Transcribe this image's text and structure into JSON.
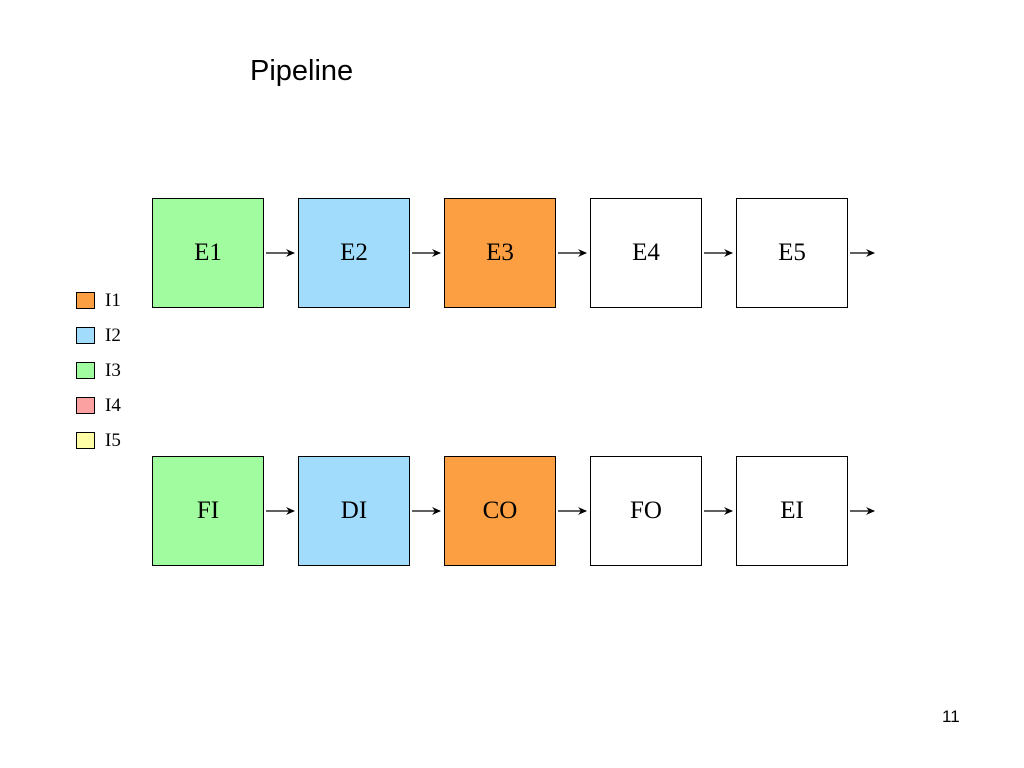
{
  "slide": {
    "title": "Pipeline",
    "page_number": "11"
  },
  "colors": {
    "I1": "#fc9f42",
    "I2": "#a1dcfd",
    "I3": "#a0fc9e",
    "I4": "#fba1a1",
    "I5": "#fffea6",
    "empty": "#ffffff"
  },
  "legend": [
    {
      "label": "I1",
      "color": "#fc9f42"
    },
    {
      "label": "I2",
      "color": "#a1dcfd"
    },
    {
      "label": "I3",
      "color": "#a0fc9e"
    },
    {
      "label": "I4",
      "color": "#fba1a1"
    },
    {
      "label": "I5",
      "color": "#fffea6"
    }
  ],
  "rows": {
    "top": [
      {
        "label": "E1",
        "fill": "I3"
      },
      {
        "label": "E2",
        "fill": "I2"
      },
      {
        "label": "E3",
        "fill": "I1"
      },
      {
        "label": "E4",
        "fill": "empty"
      },
      {
        "label": "E5",
        "fill": "empty"
      }
    ],
    "bottom": [
      {
        "label": "FI",
        "fill": "I3"
      },
      {
        "label": "DI",
        "fill": "I2"
      },
      {
        "label": "CO",
        "fill": "I1"
      },
      {
        "label": "FO",
        "fill": "empty"
      },
      {
        "label": "EI",
        "fill": "empty"
      }
    ]
  }
}
